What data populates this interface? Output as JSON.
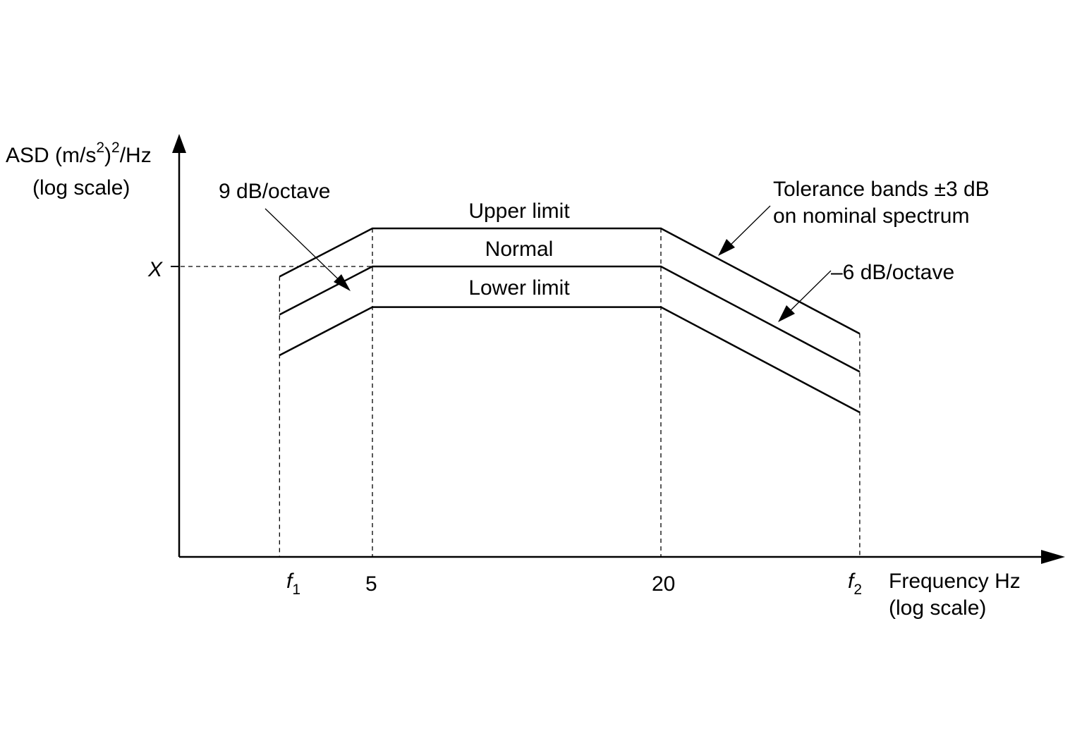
{
  "chart_data": {
    "type": "line",
    "title": "",
    "ylabel": {
      "prefix": "ASD (m/s",
      "sup1": "2",
      "mid": ")",
      "sup2": "2",
      "suffix": "/Hz",
      "line2": "(log scale)"
    },
    "xlabel": {
      "line1": "Frequency  Hz",
      "line2": "(log scale)"
    },
    "y_log": true,
    "x_log": true,
    "y_marker": {
      "label": "X",
      "value_db": 0
    },
    "x_ticks": [
      {
        "key": "f1",
        "base": "f",
        "sub": "1",
        "freq": 3.2
      },
      {
        "key": "f5",
        "text": "5",
        "freq": 5
      },
      {
        "key": "f20",
        "text": "20",
        "freq": 20
      },
      {
        "key": "f2",
        "base": "f",
        "sub": "2",
        "freq": 52
      }
    ],
    "series": [
      {
        "name": "Upper limit",
        "points": [
          [
            3.2,
            -0.8
          ],
          [
            5,
            3
          ],
          [
            20,
            3
          ],
          [
            52,
            -5.3
          ]
        ]
      },
      {
        "name": "Normal",
        "points": [
          [
            3.2,
            -3.8
          ],
          [
            5,
            0
          ],
          [
            20,
            0
          ],
          [
            52,
            -8.3
          ]
        ]
      },
      {
        "name": "Lower limit",
        "points": [
          [
            3.2,
            -7.0
          ],
          [
            5,
            -3.2
          ],
          [
            20,
            -3.2
          ],
          [
            52,
            -11.5
          ]
        ]
      }
    ],
    "annotations": {
      "slope_up": "9 dB/octave",
      "tolerance_line1": "Tolerance bands ±3 dB",
      "tolerance_line2": "on nominal spectrum",
      "slope_down": "–6 dB/octave"
    },
    "grid": false,
    "legend": "none"
  }
}
